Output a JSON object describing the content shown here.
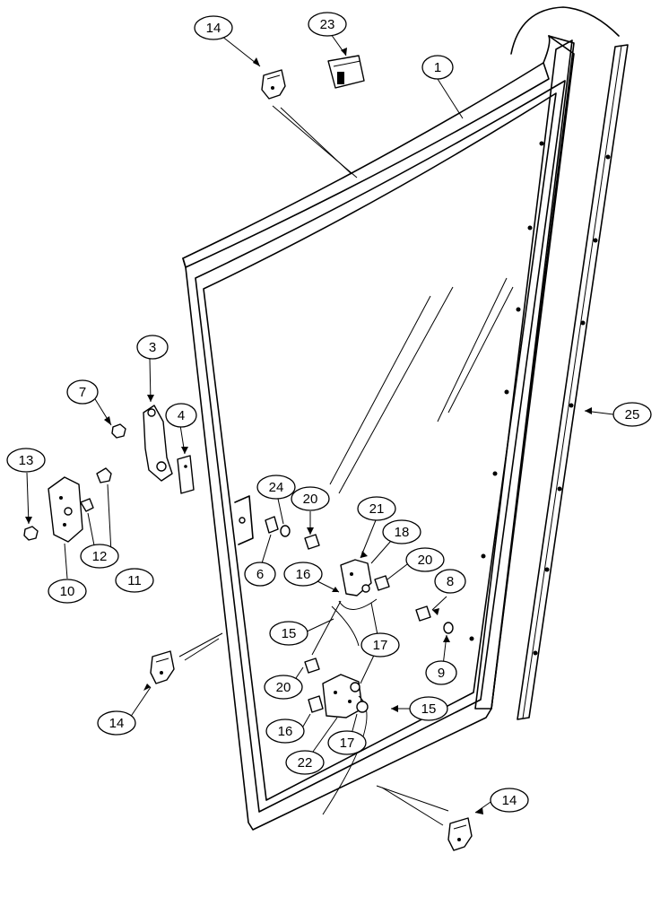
{
  "diagram": {
    "callouts": [
      {
        "id": "c1",
        "label": "1"
      },
      {
        "id": "c3",
        "label": "3"
      },
      {
        "id": "c4",
        "label": "4"
      },
      {
        "id": "c6",
        "label": "6"
      },
      {
        "id": "c7",
        "label": "7"
      },
      {
        "id": "c8",
        "label": "8"
      },
      {
        "id": "c9",
        "label": "9"
      },
      {
        "id": "c10",
        "label": "10"
      },
      {
        "id": "c11",
        "label": "11"
      },
      {
        "id": "c12",
        "label": "12"
      },
      {
        "id": "c13",
        "label": "13"
      },
      {
        "id": "c14a",
        "label": "14"
      },
      {
        "id": "c14b",
        "label": "14"
      },
      {
        "id": "c14c",
        "label": "14"
      },
      {
        "id": "c15a",
        "label": "15"
      },
      {
        "id": "c15b",
        "label": "15"
      },
      {
        "id": "c16a",
        "label": "16"
      },
      {
        "id": "c16b",
        "label": "16"
      },
      {
        "id": "c17a",
        "label": "17"
      },
      {
        "id": "c17b",
        "label": "17"
      },
      {
        "id": "c18",
        "label": "18"
      },
      {
        "id": "c20a",
        "label": "20"
      },
      {
        "id": "c20b",
        "label": "20"
      },
      {
        "id": "c20c",
        "label": "20"
      },
      {
        "id": "c21",
        "label": "21"
      },
      {
        "id": "c22",
        "label": "22"
      },
      {
        "id": "c23",
        "label": "23"
      },
      {
        "id": "c24",
        "label": "24"
      },
      {
        "id": "c25",
        "label": "25"
      }
    ]
  }
}
